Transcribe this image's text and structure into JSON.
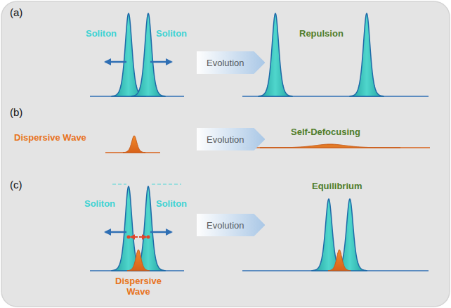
{
  "diagram": {
    "nodes": [
      {
        "text": [
          "Evolution"
        ]
      },
      {
        "text": [
          "Evolution"
        ]
      },
      {
        "text": [
          "Evolution"
        ]
      }
    ],
    "labels": [
      "(a)",
      "Soliton",
      "Soliton",
      "Repulsion",
      "(b)",
      "Dispersive Wave",
      "Self-Defocusing",
      "(c)",
      "Soliton",
      "Soliton",
      "Dispersive Wave",
      "Equilibrium"
    ]
  }
}
